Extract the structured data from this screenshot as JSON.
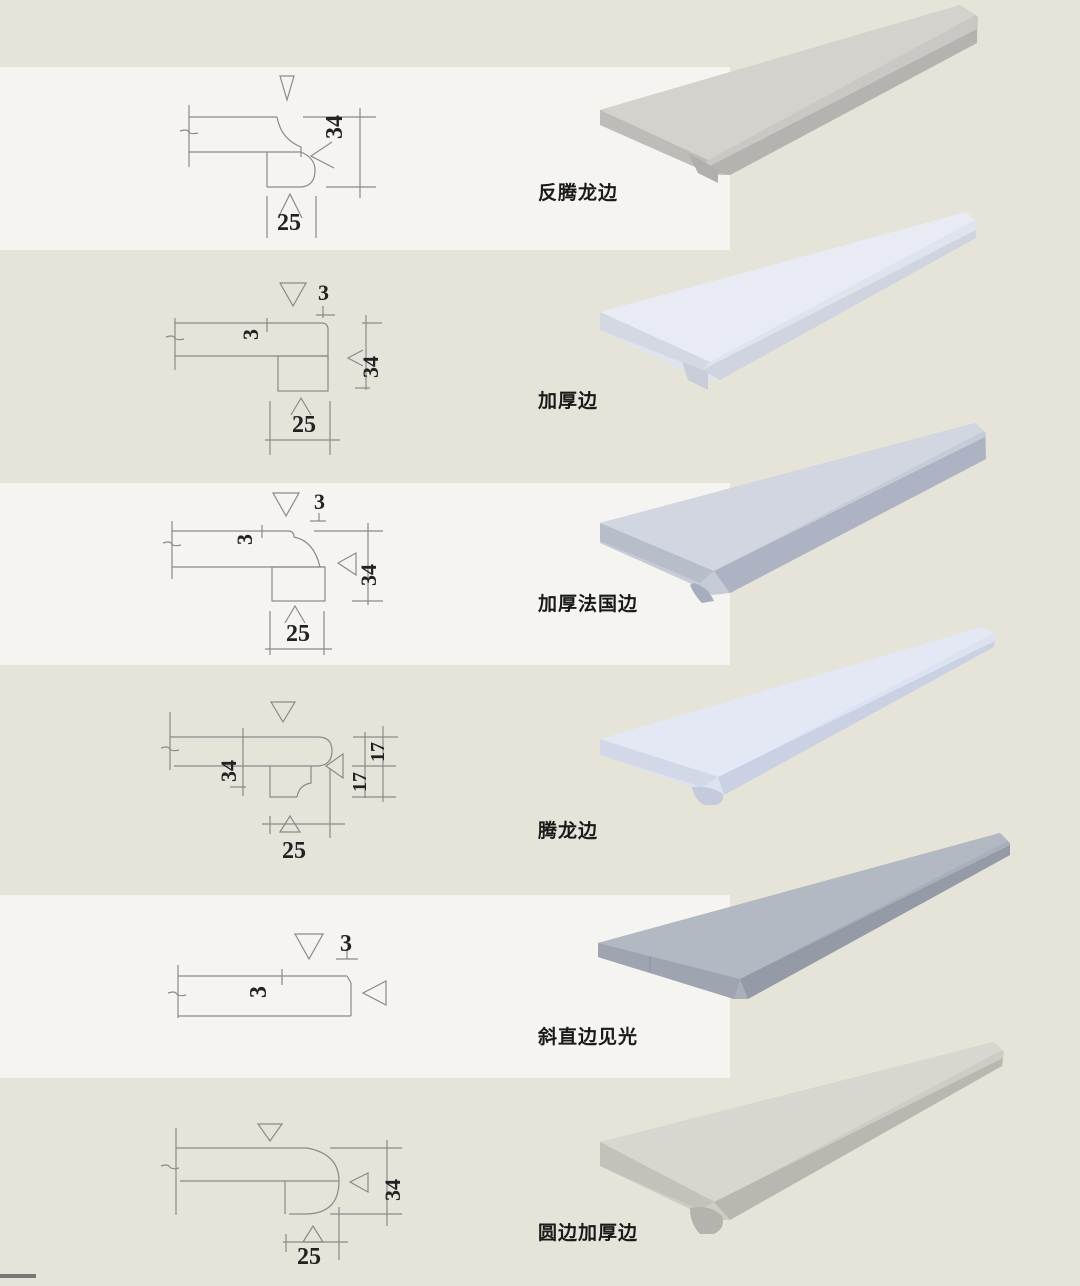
{
  "page": {
    "colors": {
      "background": "#e6e3d8",
      "band": "#f5f4f0",
      "line": "#8a8a8a",
      "text": "#1a1a1a"
    }
  },
  "profiles": [
    {
      "name": "反腾龙边",
      "dimensions": {
        "height": "34",
        "width": "25"
      },
      "slab_color": "#c9c8c4",
      "slab_edge_color": "#b4b3af"
    },
    {
      "name": "加厚边",
      "dimensions": {
        "height": "34",
        "width": "25",
        "chamfer_v": "3",
        "chamfer_h": "3"
      },
      "slab_color": "#dfe3ee",
      "slab_edge_color": "#cfd4e0"
    },
    {
      "name": "加厚法国边",
      "dimensions": {
        "height": "34",
        "width": "25",
        "chamfer_v": "3",
        "chamfer_h": "3"
      },
      "slab_color": "#c6cbd8",
      "slab_edge_color": "#adb3c2"
    },
    {
      "name": "腾龙边",
      "dimensions": {
        "height": "34",
        "width": "25",
        "upper": "17",
        "lower": "17"
      },
      "slab_color": "#dce2f0",
      "slab_edge_color": "#cad1e2"
    },
    {
      "name": "斜直边见光",
      "dimensions": {
        "chamfer_v": "3",
        "chamfer_h": "3"
      },
      "slab_color": "#a9b0ba",
      "slab_edge_color": "#949ba6"
    },
    {
      "name": "圆边加厚边",
      "dimensions": {
        "height": "34",
        "width": "25"
      },
      "slab_color": "#cfccc6",
      "slab_edge_color": "#bab7b1"
    }
  ]
}
